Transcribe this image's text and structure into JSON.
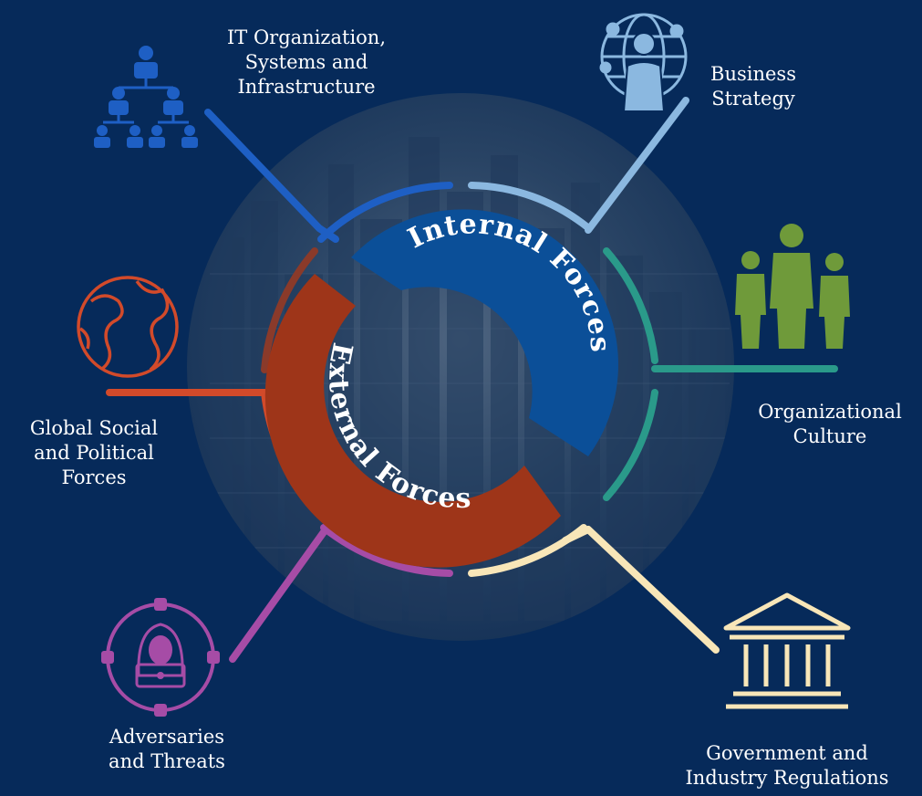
{
  "center": {
    "inner_label": "Internal Forces",
    "outer_label": "External Forces"
  },
  "forces": {
    "it": {
      "lines": [
        "IT Organization,",
        "Systems and",
        "Infrastructure"
      ],
      "icon": "org-chart-icon",
      "color": "#1e5fc4"
    },
    "business": {
      "lines": [
        "Business",
        "Strategy"
      ],
      "icon": "global-businessman-icon",
      "color": "#8bb8e0"
    },
    "culture": {
      "lines": [
        "Organizational",
        "Culture"
      ],
      "icon": "people-group-icon",
      "color": "#2a9a8a"
    },
    "government": {
      "lines": [
        "Government and",
        "Industry Regulations"
      ],
      "icon": "government-building-icon",
      "color": "#f8e6b8"
    },
    "adversaries": {
      "lines": [
        "Adversaries",
        "and Threats"
      ],
      "icon": "hacker-icon",
      "color": "#a64ca6"
    },
    "global": {
      "lines": [
        "Global Social",
        "and Political",
        "Forces"
      ],
      "icon": "globe-icon",
      "color": "#d24a2a"
    }
  },
  "colors": {
    "background": "#062a5a",
    "internal": "#0b4f98",
    "external": "#9e3519",
    "icon_green": "#6f9a3a"
  }
}
